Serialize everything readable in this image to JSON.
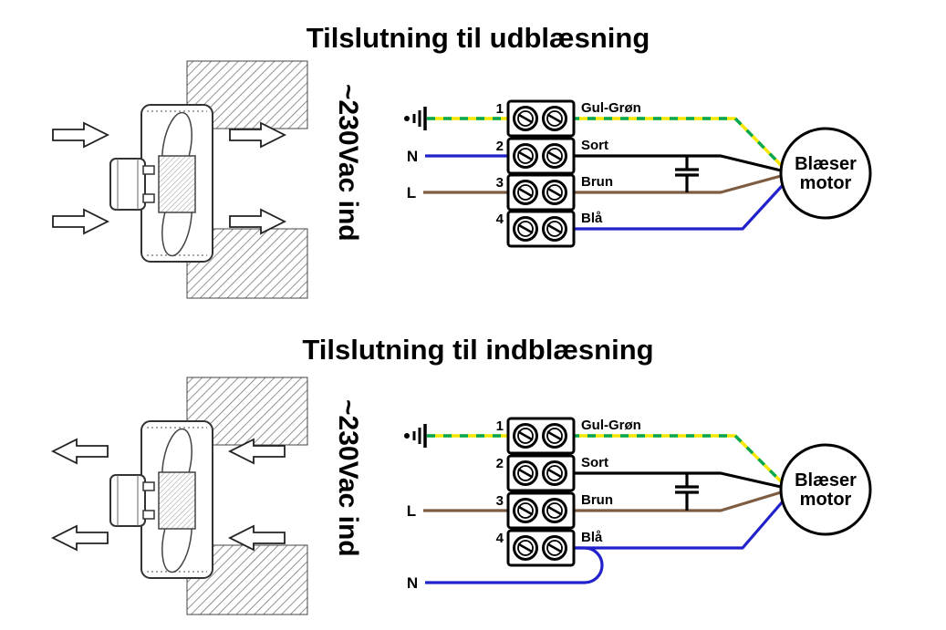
{
  "colors": {
    "yellow": "#f7e600",
    "green": "#00a651",
    "blue": "#2222cc",
    "brown": "#7d5c42",
    "black": "#000000"
  },
  "sections": [
    {
      "title": "Tilslutning til udblæsning",
      "voltage_label": "~230Vac ind",
      "left_labels": {
        "n": "N",
        "l": "L"
      },
      "terminals": [
        {
          "number": "1",
          "wire": "Gul-Grøn"
        },
        {
          "number": "2",
          "wire": "Sort"
        },
        {
          "number": "3",
          "wire": "Brun"
        },
        {
          "number": "4",
          "wire": "Blå"
        }
      ],
      "motor": {
        "line1": "Blæser",
        "line2": "motor"
      }
    },
    {
      "title": "Tilslutning til indblæsning",
      "voltage_label": "~230Vac ind",
      "left_labels": {
        "n": "N",
        "l": "L"
      },
      "terminals": [
        {
          "number": "1",
          "wire": "Gul-Grøn"
        },
        {
          "number": "2",
          "wire": "Sort"
        },
        {
          "number": "3",
          "wire": "Brun"
        },
        {
          "number": "4",
          "wire": "Blå"
        }
      ],
      "motor": {
        "line1": "Blæser",
        "line2": "motor"
      }
    }
  ]
}
